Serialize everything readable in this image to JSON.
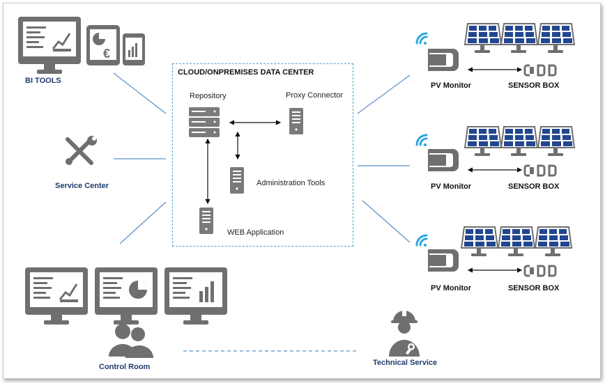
{
  "data_center": {
    "title": "CLOUD/ONPREMISES DATA CENTER",
    "repository": "Repository",
    "proxy_connector": "Proxy Connector",
    "administration_tools": "Administration Tools",
    "web_application": "WEB Application"
  },
  "left": {
    "bi_tools": "BI TOOLS",
    "service_center": "Service Center",
    "control_room": "Control Room"
  },
  "technical_service": "Technical Service",
  "sites": [
    {
      "monitor": "PV Monitor",
      "sensor": "SENSOR BOX"
    },
    {
      "monitor": "PV Monitor",
      "sensor": "SENSOR BOX"
    },
    {
      "monitor": "PV Monitor",
      "sensor": "SENSOR BOX"
    }
  ],
  "colors": {
    "icon_gray": "#6f6f6f",
    "label_blue": "#1f3c6e",
    "line_blue": "#5b8fc7",
    "wifi_blue": "#2aa6df",
    "panel_blue": "#22468f",
    "dc_border": "#4aa3c8"
  },
  "icons": [
    "monitor-chart-icon",
    "tablet-euro-icon",
    "phone-chart-icon",
    "tools-icon",
    "server-icon",
    "wifi-icon",
    "solar-panel-icon",
    "pv-monitor-icon",
    "sensor-box-icon",
    "users-icon",
    "technician-icon",
    "bidirectional-arrow-icon"
  ]
}
